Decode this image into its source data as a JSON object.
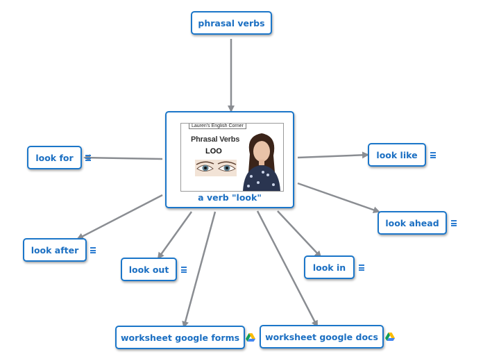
{
  "center": {
    "label": "a verb \"look\"",
    "thumbnail": {
      "tag": "Lauren's English Corner",
      "title": "Phrasal Verbs",
      "word": "LOO"
    }
  },
  "nodes": [
    {
      "id": "phrasal-verbs",
      "label": "phrasal verbs",
      "note": false,
      "drive": false
    },
    {
      "id": "look-for",
      "label": "look for",
      "note": true,
      "drive": false
    },
    {
      "id": "look-like",
      "label": "look like",
      "note": true,
      "drive": false
    },
    {
      "id": "look-ahead",
      "label": "look ahead",
      "note": true,
      "drive": false
    },
    {
      "id": "look-after",
      "label": "look after",
      "note": true,
      "drive": false
    },
    {
      "id": "look-out",
      "label": "look out",
      "note": true,
      "drive": false
    },
    {
      "id": "look-in",
      "label": "look in",
      "note": true,
      "drive": false
    },
    {
      "id": "worksheet-google-forms",
      "label": "worksheet google forms",
      "note": false,
      "drive": true
    },
    {
      "id": "worksheet-google-docs",
      "label": "worksheet google docs",
      "note": false,
      "drive": true
    }
  ],
  "colors": {
    "node_border": "#1b76c9",
    "node_text": "#1b6fc2",
    "edge": "#8a8d92"
  }
}
